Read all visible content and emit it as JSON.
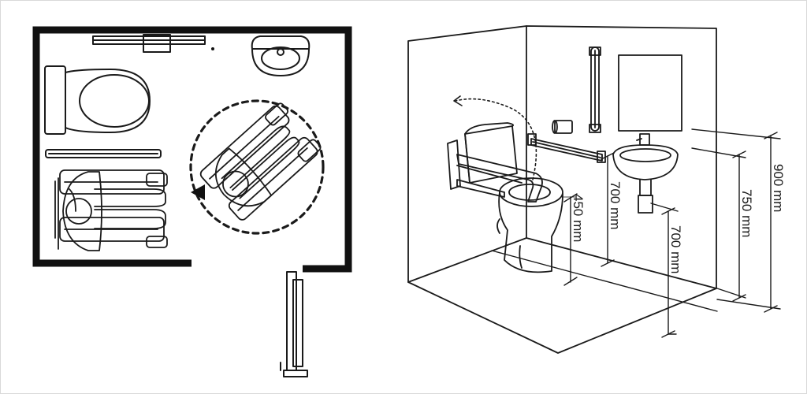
{
  "dimensions": {
    "wc_seat_height": "450 mm",
    "basin_rim_height": "700 mm",
    "grab_rail_height": "700 mm",
    "rail_lower_height": "750 mm",
    "rail_upper_height": "900 mm"
  }
}
